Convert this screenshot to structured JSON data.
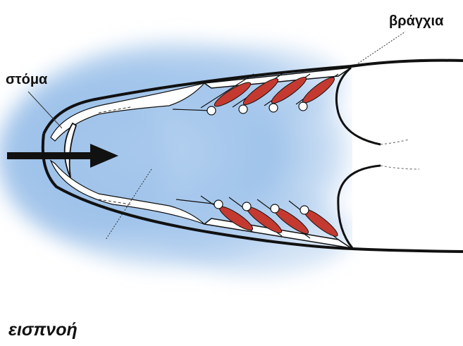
{
  "diagram": {
    "labels": {
      "gills": "βράγχια",
      "mouth": "στόμα",
      "caption": "εισπνοή"
    },
    "colors": {
      "water": "#8fb8e6",
      "gill_filament": "#c43a30",
      "outline": "#111111"
    },
    "icons": {
      "flow_arrow": "arrow-right-icon"
    }
  }
}
